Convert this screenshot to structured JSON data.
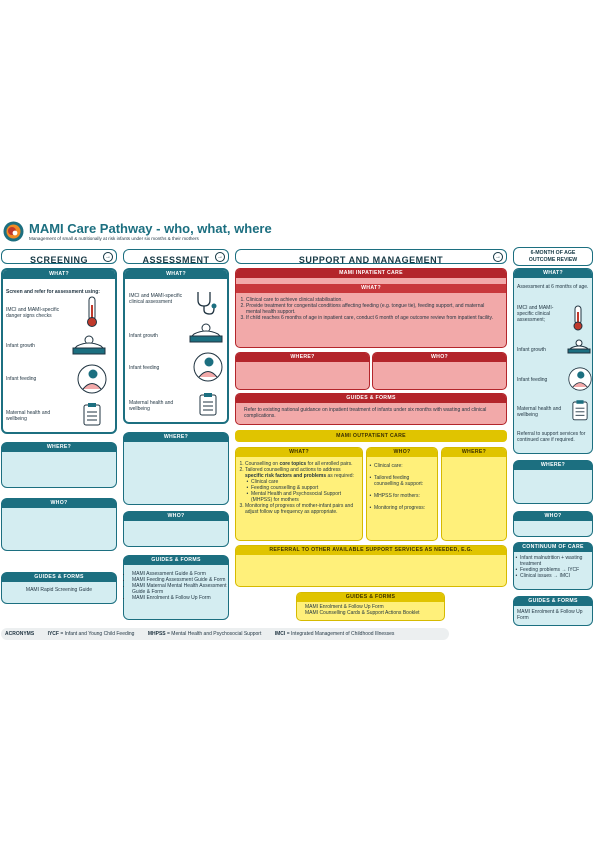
{
  "title": "MAMI Care Pathway - who, what, where",
  "subtitle": "Management of small & nutritionally at risk infants under six months & their mothers",
  "colors": {
    "teal": "#1c6f80",
    "teal_light": "#d4edf1",
    "red": "#b3252b",
    "red_light": "#f2a9a9",
    "yellow": "#e0c400",
    "yellow_light": "#fff07a"
  },
  "columns": {
    "screening": "SCREENING",
    "assessment": "ASSESSMENT",
    "support": "SUPPORT AND MANAGEMENT",
    "review": "6-MONTH OF AGE OUTCOME REVIEW"
  },
  "labels": {
    "what": "WHAT?",
    "where": "WHERE?",
    "who": "WHO?",
    "guides": "GUIDES & FORMS",
    "continuum": "CONTINUUM OF CARE"
  },
  "screening": {
    "intro": "Screen and refer for assessment using:",
    "items": [
      "IMCI and MAMI-specific danger signs checks",
      "Infant growth",
      "Infant feeding",
      "Maternal health and wellbeing"
    ],
    "guides": "MAMI Rapid Screening Guide"
  },
  "assessment": {
    "items": [
      "IMCI and MAMI-specific clinical assessment",
      "Infant growth",
      "Infant feeding",
      "Maternal health and wellbeing"
    ],
    "guides": [
      "MAMI Assessment Guide & Form",
      "MAMI Feeding Assessment Guide & Form",
      "MAMI Maternal Mental Health Assessment Guide & Form",
      "MAMI Enrolment & Follow Up Form"
    ]
  },
  "inpatient": {
    "title": "MAMI INPATIENT CARE",
    "what": [
      "Clinical care to achieve clinical stabilisation.",
      "Provide treatment for congenital conditions affecting feeding (e.g. tongue tie), feeding support, and maternal mental health support.",
      "If child reaches 6 months of age in inpatient care, conduct 6 month of age outcome review from inpatient facility."
    ],
    "guides": "Refer to existing national guidance on inpatient treatment of infants under six months with wasting and clinical complications."
  },
  "outpatient": {
    "title": "MAMI OUTPATIENT CARE",
    "what_1a": "Counselling on ",
    "what_1b": "core topics",
    "what_1c": " for all enrolled pairs.",
    "what_2a": "Tailored counselling and actions to address ",
    "what_2b": "specific risk factors and problems",
    "what_2c": " as required:",
    "what_sub": [
      "Clinical care",
      "Feeding counselling & support",
      "Mental Health and Psychosocial Support (MHPSS) for mothers"
    ],
    "what_3": "Monitoring of progress of mother-infant pairs and adjust follow up frequency as appropriate.",
    "who": [
      "Clinical care:",
      "Tailored feeding counselling & support:",
      "MHPSS for mothers:",
      "Monitoring of progress:"
    ],
    "referral": "REFERRAL TO OTHER AVAILABLE SUPPORT SERVICES AS NEEDED, E.G.",
    "guides": [
      "MAMI Enrolment & Follow Up Form",
      "MAMI Counselling Cards & Support Actions Booklet"
    ]
  },
  "review": {
    "items": [
      "Assessment at 6 months of age.",
      "IMCI and MAMI-specific clinical assessment;",
      "Infant growth",
      "Infant feeding",
      "Maternal health and wellbeing",
      "Referral to support services for continued care if required."
    ],
    "continuum": [
      "Infant malnutrition + wasting treatment",
      "Feeding problems → IYCF",
      "Clinical issues → IMCI"
    ],
    "guides": "MAMI Enrolment & Follow Up Form"
  },
  "acronyms": {
    "label": "ACRONYMS",
    "items": [
      {
        "k": "IYCF",
        "v": " = Infant and Young Child Feeding"
      },
      {
        "k": "MHPSS",
        "v": " = Mental Health and Psychosocial Support"
      },
      {
        "k": "IMCI",
        "v": " = Integrated Management of Childhood Illnesses"
      }
    ]
  }
}
